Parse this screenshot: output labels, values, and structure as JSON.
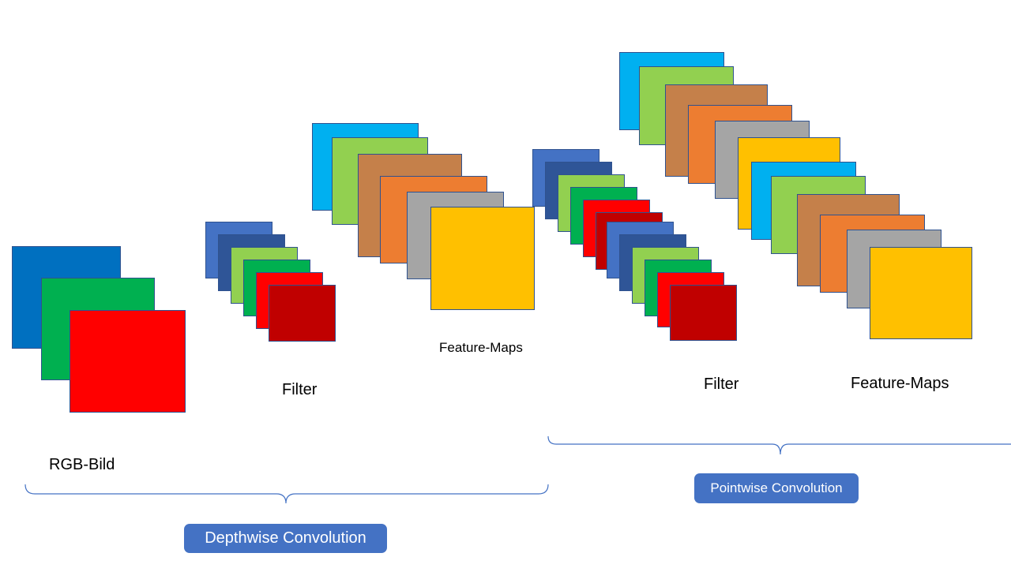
{
  "colors": {
    "blue": "#0070c0",
    "green": "#00b050",
    "red": "#ff0000",
    "mid_blue": "#4472c4",
    "dark_blue": "#2f5597",
    "light_green": "#92d050",
    "dark_red": "#c00000",
    "light_blue": "#00b0f0",
    "brown": "#c5804a",
    "orange": "#ed7d31",
    "gray": "#a5a5a5",
    "gold": "#ffc000",
    "pill": "#4472c4",
    "brace": "#4472c4"
  },
  "labels": {
    "rgb": "RGB-Bild",
    "filter_1": "Filter",
    "feature_maps_1": "Feature-Maps",
    "filter_2": "Filter",
    "feature_maps_2": "Feature-Maps"
  },
  "sections": {
    "depthwise": "Depthwise Convolution",
    "pointwise": "Pointwise Convolution"
  }
}
